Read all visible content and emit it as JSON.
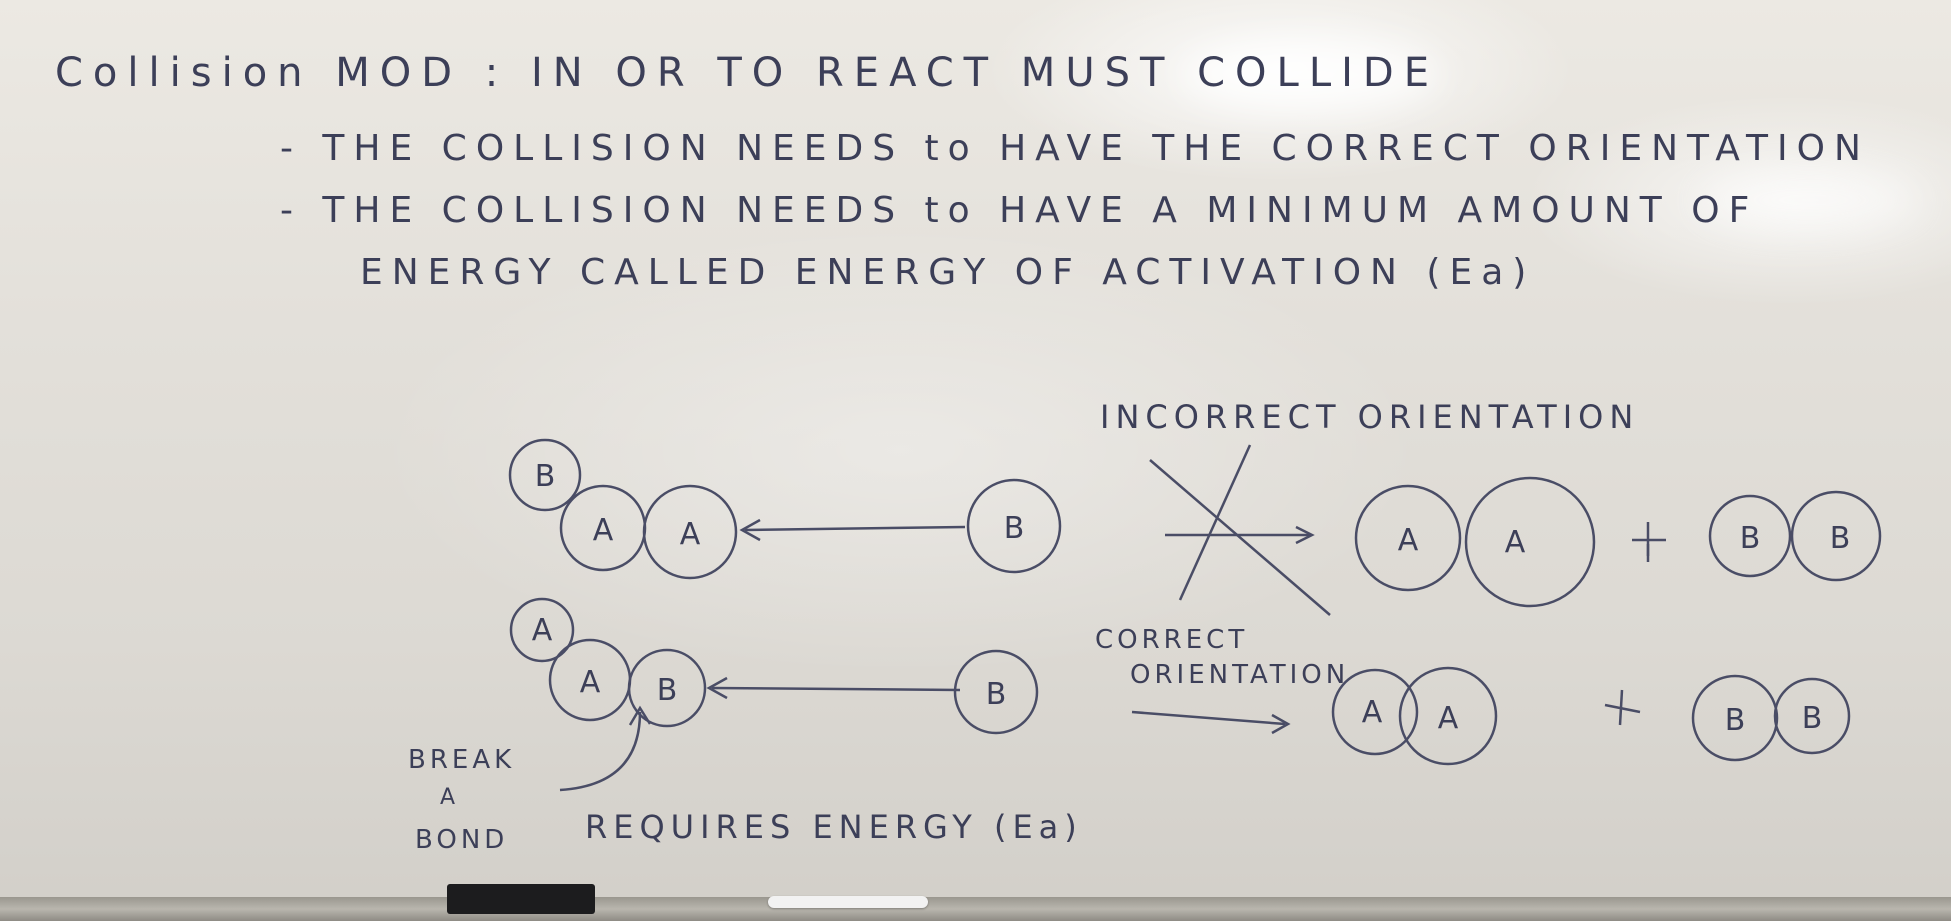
{
  "board": {
    "title": "Collision MOD    :  IN  OR    TO REACT        MUST COLLIDE",
    "bullet1": "- THE COLLISION NEEDS to HAVE THE CORRECT ORIENTATION",
    "bullet2": "- THE COLLISION NEEDS to HAVE A MINIMUM AMOUNT OF",
    "bullet2_cont": "ENERGY CALLED ENERGY OF ACTIVATION (Ea)",
    "incorrect_label": "INCORRECT ORIENTATION",
    "correct_label_1": "CORRECT",
    "correct_label_2": "ORIENTATION",
    "break_label_1": "BREAK",
    "break_label_2": "A",
    "break_label_3": "BOND",
    "requires_label": "REQUIRES ENERGY (Ea)",
    "plus": "+"
  },
  "diagram": {
    "top_left": [
      "B",
      "A",
      "A"
    ],
    "top_incoming": "B",
    "top_products_1": [
      "A",
      "A"
    ],
    "top_products_2": [
      "B",
      "B"
    ],
    "bottom_left": [
      "A",
      "A",
      "B"
    ],
    "bottom_incoming": "B",
    "bottom_products_1": [
      "A",
      "A"
    ],
    "bottom_products_2": [
      "B",
      "B"
    ]
  },
  "colors": {
    "board": "#e3e0da",
    "ink": "#3c3f58",
    "eraser": "#1c1c1e"
  }
}
